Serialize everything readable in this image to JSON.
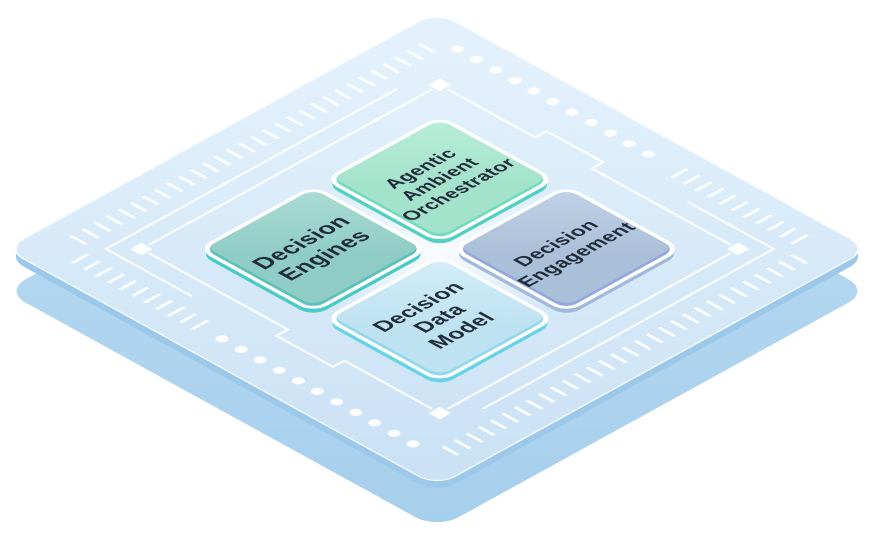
{
  "scene": {
    "description": "Isometric microchip illustration with four capability tiles on the die",
    "text_color": "#212c39",
    "board": {
      "face_color_top": "#e3f1fc",
      "face_color_bottom": "#cbe2f5",
      "side_color_light": "#bcdcf3",
      "side_color": "#a6cfec",
      "edge_band_color": "#9cc9e9",
      "trace_color": "#ffffff"
    },
    "tiles": [
      {
        "id": "agentic-ambient-orchestrator",
        "label": "Agentic\nAmbient\nOrchestrator",
        "position": "top",
        "color": "#a3e2cb",
        "color_light": "#b8edd9",
        "edge_color": "#72dbc2",
        "lip_color": "#52d0c0"
      },
      {
        "id": "decision-engines",
        "label": "Decision\nEngines",
        "position": "left",
        "color": "#8fccc5",
        "color_light": "#abdcd4",
        "edge_color": "#5cc0bb",
        "lip_color": "#49cac6"
      },
      {
        "id": "decision-engagement",
        "label": "Decision\nEngagement",
        "position": "right",
        "color": "#aabfd8",
        "color_light": "#c0d2e6",
        "edge_color": "#92a8dd",
        "lip_color": "#a3b9dc"
      },
      {
        "id": "decision-data-model",
        "label": "Decision\nData\nModel",
        "position": "bottom",
        "color": "#bfe2f2",
        "color_light": "#d3edf8",
        "edge_color": "#90d8ec",
        "lip_color": "#66d3e7"
      }
    ]
  }
}
